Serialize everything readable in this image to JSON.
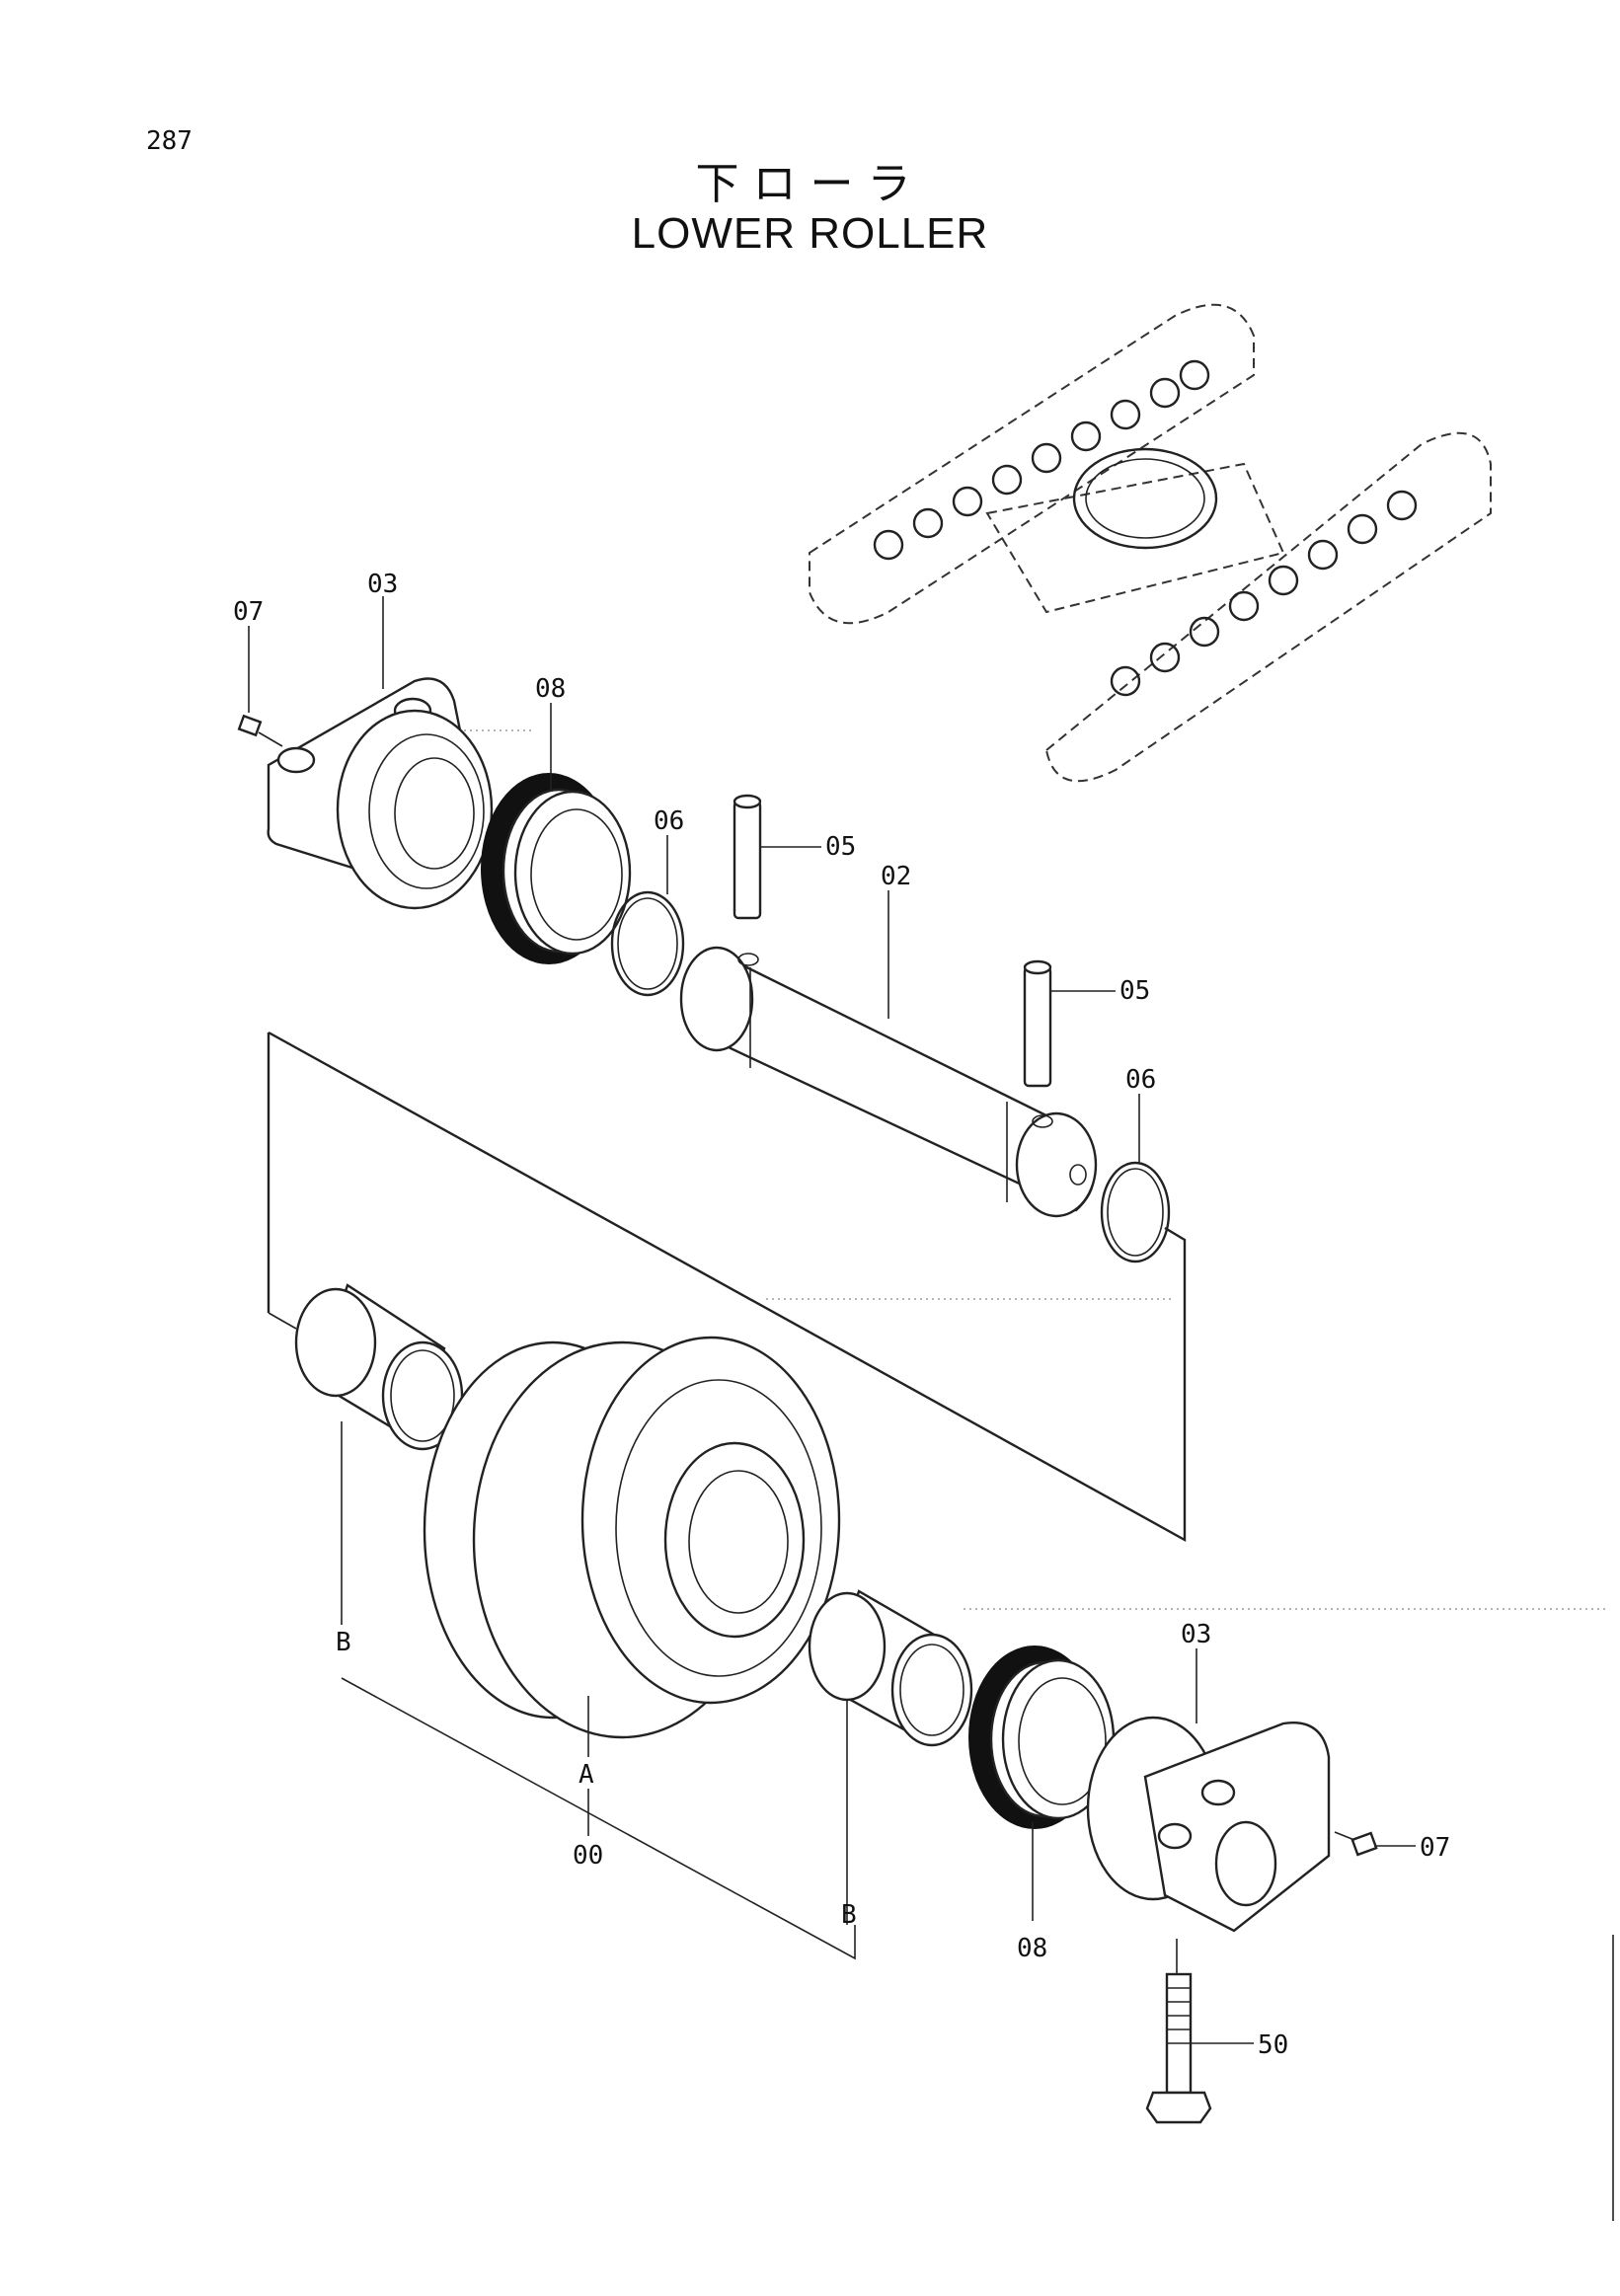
{
  "page": {
    "number": "287"
  },
  "title": {
    "japanese": "下ローラ",
    "english": "LOWER  ROLLER"
  },
  "callouts": {
    "screw_top": "07",
    "bracket_top": "03",
    "seal_top": "08",
    "oring_top": "06",
    "pin_top": "05",
    "shaft": "02",
    "pin_right": "05",
    "oring_right": "06",
    "bushing_left": "B",
    "roller_ref": "A",
    "roller": "00",
    "bushing_right": "B",
    "seal_bottom": "08",
    "bracket_bottom": "03",
    "screw_bottom": "07",
    "bolt": "50"
  }
}
